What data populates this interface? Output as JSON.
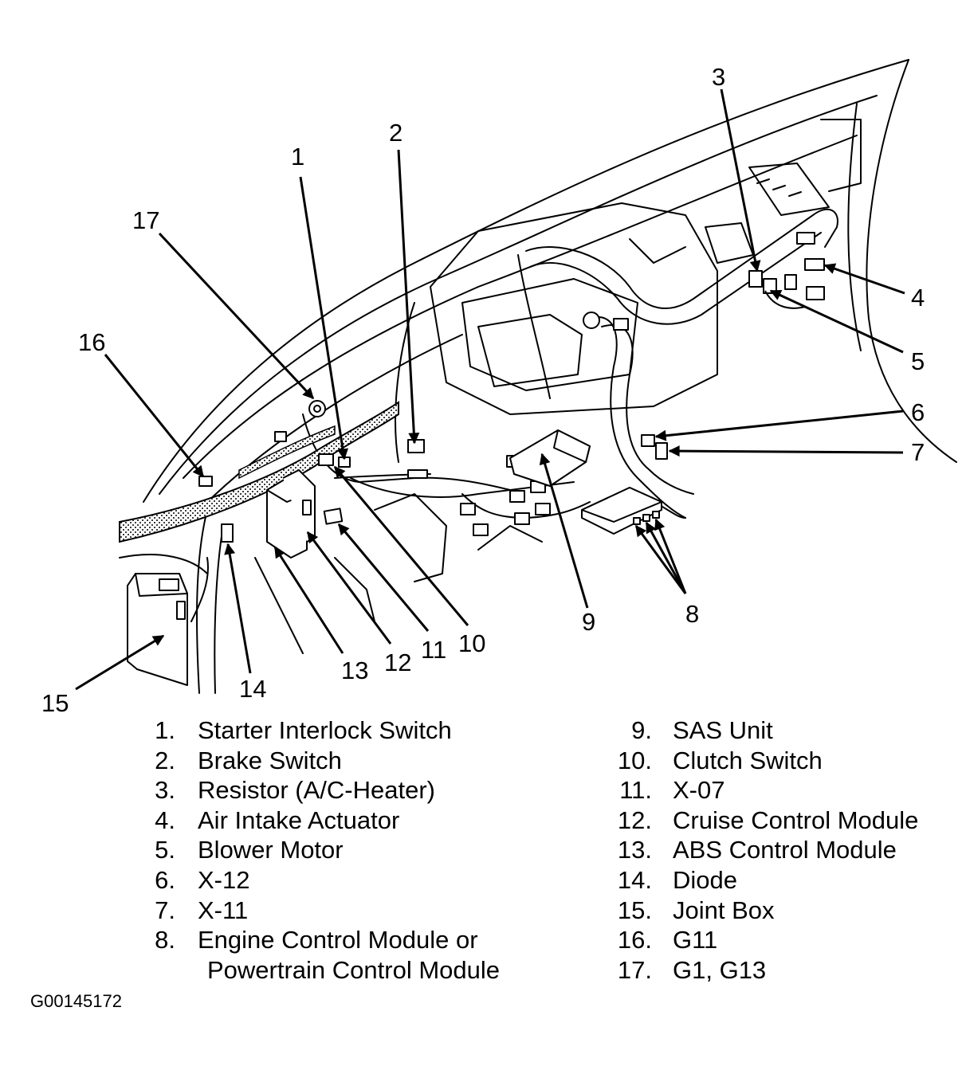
{
  "callouts": [
    {
      "num": "1"
    },
    {
      "num": "2"
    },
    {
      "num": "3"
    },
    {
      "num": "4"
    },
    {
      "num": "5"
    },
    {
      "num": "6"
    },
    {
      "num": "7"
    },
    {
      "num": "8"
    },
    {
      "num": "9"
    },
    {
      "num": "10"
    },
    {
      "num": "11"
    },
    {
      "num": "12"
    },
    {
      "num": "13"
    },
    {
      "num": "14"
    },
    {
      "num": "15"
    },
    {
      "num": "16"
    },
    {
      "num": "17"
    }
  ],
  "legend": {
    "left": [
      {
        "num": "1.",
        "label": "Starter Interlock Switch"
      },
      {
        "num": "2.",
        "label": "Brake Switch"
      },
      {
        "num": "3.",
        "label": "Resistor (A/C-Heater)"
      },
      {
        "num": "4.",
        "label": "Air Intake Actuator"
      },
      {
        "num": "5.",
        "label": "Blower Motor"
      },
      {
        "num": "6.",
        "label": "X-12"
      },
      {
        "num": "7.",
        "label": "X-11"
      },
      {
        "num": "8.",
        "label": "Engine Control Module or",
        "continuation": "Powertrain Control Module"
      }
    ],
    "right": [
      {
        "num": "9.",
        "label": "SAS Unit"
      },
      {
        "num": "10.",
        "label": "Clutch Switch"
      },
      {
        "num": "11.",
        "label": "X-07"
      },
      {
        "num": "12.",
        "label": "Cruise Control Module"
      },
      {
        "num": "13.",
        "label": "ABS Control Module"
      },
      {
        "num": "14.",
        "label": "Diode"
      },
      {
        "num": "15.",
        "label": "Joint Box"
      },
      {
        "num": "16.",
        "label": "G11"
      },
      {
        "num": "17.",
        "label": "G1, G13"
      }
    ]
  },
  "figure_id": "G00145172"
}
